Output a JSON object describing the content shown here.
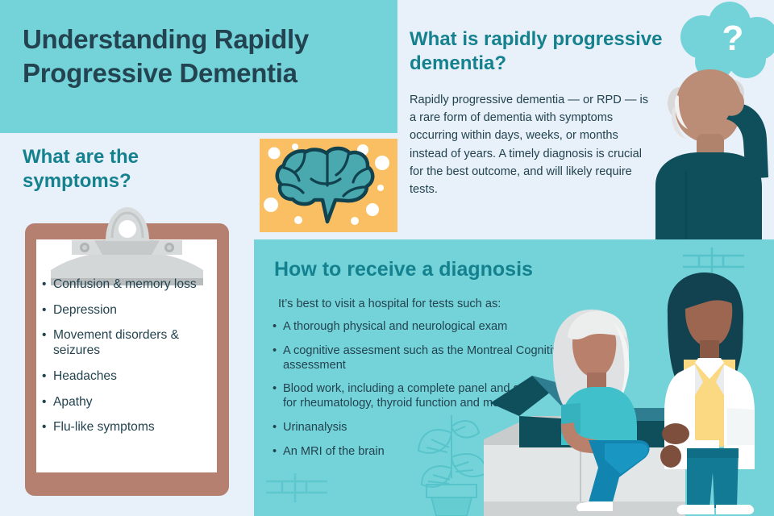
{
  "palette": {
    "header_teal": "#74d3d9",
    "pale_blue": "#e8f0f9",
    "diagnosis_teal": "#74d3d9",
    "orange": "#fbbf63",
    "heading_teal": "#14818f",
    "body_navy": "#22434f",
    "clipboard_brown": "#b58070",
    "clip_gray": "#cfd2d3",
    "coat_white": "#ffffff",
    "table_dark_teal": "#1f5f70"
  },
  "header": {
    "title": "Understanding Rapidly Progressive Dementia"
  },
  "intro": {
    "heading": "What is rapidly progressive dementia?",
    "body": "Rapidly progressive dementia — or RPD — is a rare form of dementia with symptoms occurring within days, weeks, or months instead of years. A timely diagnosis is crucial for the best outcome, and will likely require tests.",
    "thought_bubble_text": "?"
  },
  "symptoms": {
    "heading": "What are the symptoms?",
    "items": [
      "Confusion & memory loss",
      "Depression",
      "Movement disorders & seizures",
      "Headaches",
      "Apathy",
      "Flu-like symptoms"
    ]
  },
  "diagnosis": {
    "heading": "How to receive a diagnosis",
    "lead": "It’s best to visit a hospital for tests such as:",
    "items": [
      "A thorough physical and neurological exam",
      "A cognitive assesment such as the Montreal Cognitive assessment",
      "Blood work, including a complete panel and specialized tests for rheumatology, thyroid function and more",
      "Urinanalysis",
      "An MRI of the brain"
    ]
  },
  "illustrations": {
    "man_scratching_head": "confused-elderly-man-illustration",
    "brain_speech_bubble": "brain-speech-bubble-illustration",
    "clipboard": "clipboard-illustration",
    "clinic_scene": "doctor-and-patient-illustration",
    "potted_plant": "potted-plant-line-art",
    "window_frame_top": "window-frame-line-art",
    "window_frame_bottom": "window-frame-line-art"
  }
}
